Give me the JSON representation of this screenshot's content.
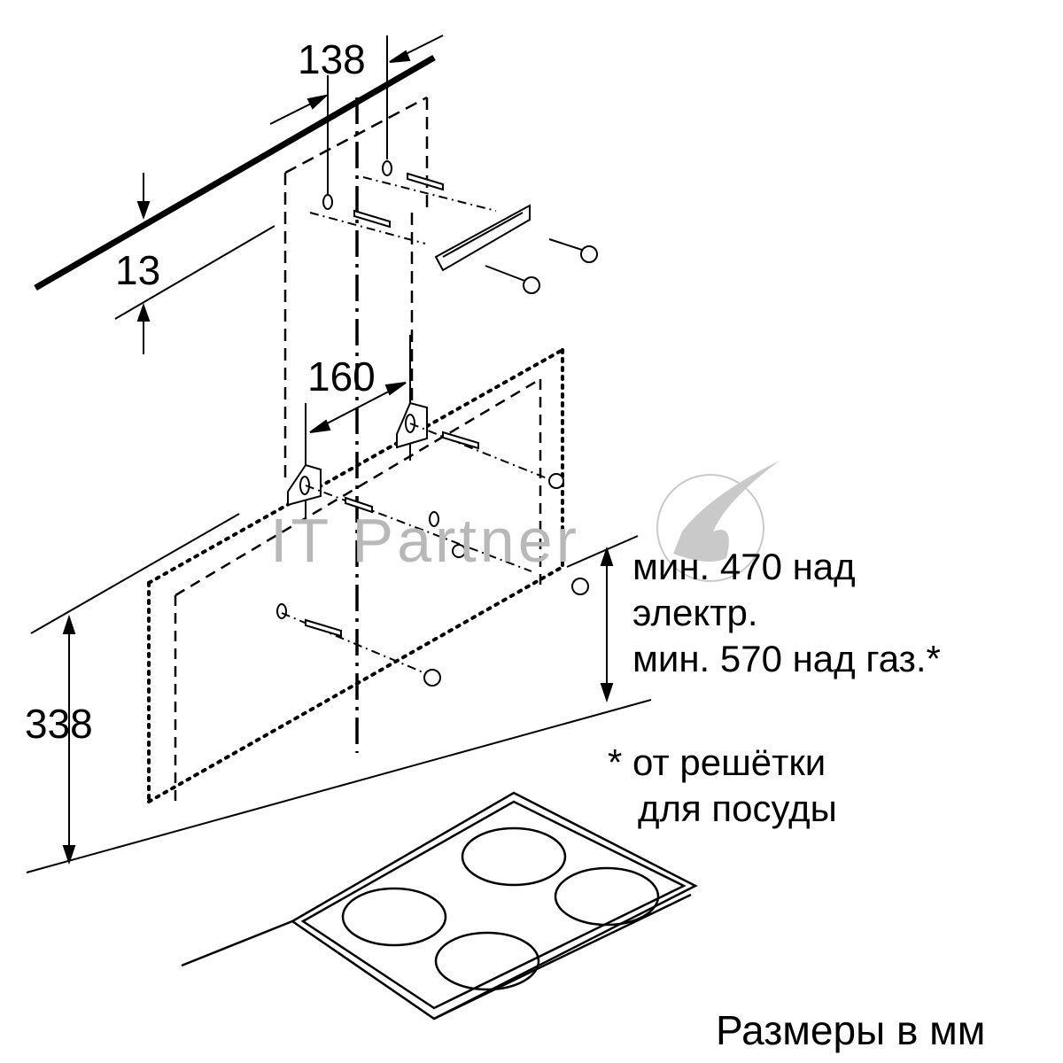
{
  "dimensions": {
    "top_hole_spacing": "138",
    "top_offset": "13",
    "bracket_spacing": "160",
    "hood_height": "338"
  },
  "note_clearance": {
    "line1": "мин. 470 над",
    "line2": "электр.",
    "line3": "мин. 570 над газ.*"
  },
  "note_footnote": {
    "line1": "* от решётки",
    "line2": "для посуды"
  },
  "units_label": "Размеры в мм",
  "watermark": {
    "text": "IT Partner"
  },
  "colors": {
    "line": "#000000",
    "watermark": "#b8b8b8",
    "background": "#ffffff"
  }
}
